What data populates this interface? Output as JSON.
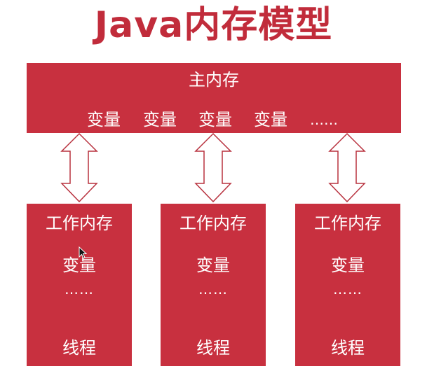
{
  "title": "Java内存模型",
  "main_memory": {
    "label": "主内存",
    "items": [
      "变量",
      "变量",
      "变量",
      "变量",
      "……"
    ]
  },
  "threads": [
    {
      "working_memory": "工作内存",
      "variable": "变量",
      "ellipsis": "……",
      "thread": "线程"
    },
    {
      "working_memory": "工作内存",
      "variable": "变量",
      "ellipsis": "……",
      "thread": "线程"
    },
    {
      "working_memory": "工作内存",
      "variable": "变量",
      "ellipsis": "……",
      "thread": "线程"
    }
  ],
  "colors": {
    "title": "#c12c3b",
    "box_fill": "#c8303f",
    "arrow_stroke": "#b8323f",
    "text_on_box": "#ffffff"
  }
}
